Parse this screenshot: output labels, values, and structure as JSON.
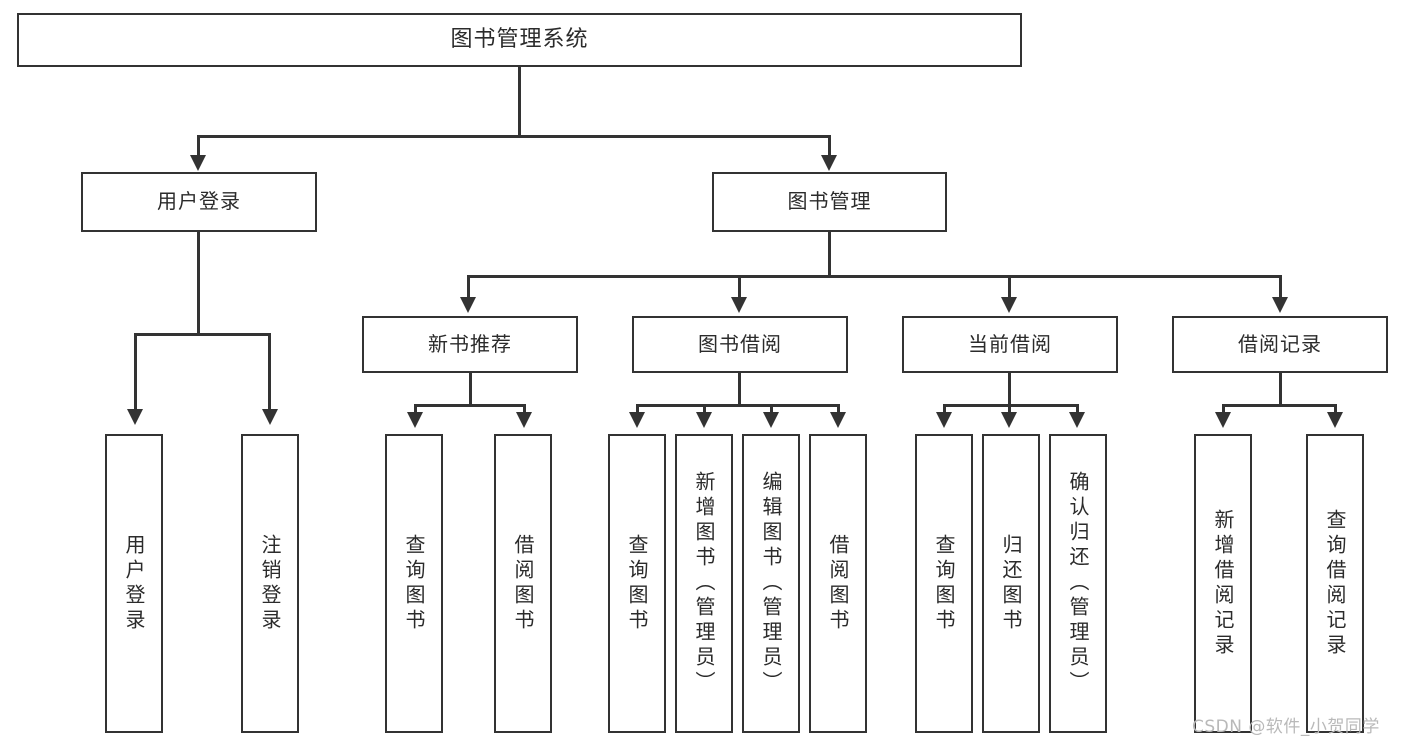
{
  "diagram": {
    "title": "图书管理系统",
    "type": "hierarchy-tree",
    "levels": 4,
    "root": {
      "label": "图书管理系统"
    },
    "level2": [
      {
        "label": "用户登录"
      },
      {
        "label": "图书管理"
      }
    ],
    "level3": [
      {
        "label": "新书推荐"
      },
      {
        "label": "图书借阅"
      },
      {
        "label": "当前借阅"
      },
      {
        "label": "借阅记录"
      }
    ],
    "leaves": {
      "user_login": [
        {
          "label": "用户登录"
        },
        {
          "label": "注销登录"
        }
      ],
      "new_book": [
        {
          "label": "查询图书"
        },
        {
          "label": "借阅图书"
        }
      ],
      "book_borrow": [
        {
          "label": "查询图书"
        },
        {
          "label": "新增图书（管理员）"
        },
        {
          "label": "编辑图书（管理员）"
        },
        {
          "label": "借阅图书"
        }
      ],
      "current_borrow": [
        {
          "label": "查询图书"
        },
        {
          "label": "归还图书"
        },
        {
          "label": "确认归还（管理员）"
        }
      ],
      "borrow_record": [
        {
          "label": "新增借阅记录"
        },
        {
          "label": "查询借阅记录"
        }
      ]
    }
  },
  "watermark": {
    "text": "CSDN @软件_小贺同学"
  },
  "colors": {
    "border": "#333333",
    "text": "#2b2b2b",
    "background": "#ffffff",
    "watermark": "#b9b9b9"
  }
}
